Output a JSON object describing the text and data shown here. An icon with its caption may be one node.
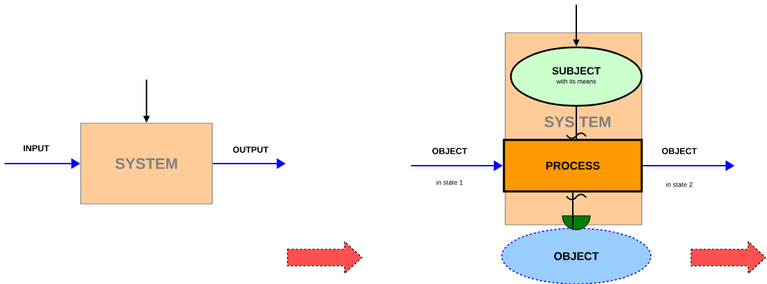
{
  "diagram": {
    "nodes": [
      {
        "text": [
          "SYSTEM"
        ]
      },
      {
        "text": [
          "SYS TEM"
        ]
      },
      {
        "text": [
          "SUBJECT",
          "with its means"
        ],
        "in": 1
      },
      {
        "text": [
          "PROCESS"
        ],
        "in": 1
      },
      {
        "text": [
          "OBJECT"
        ]
      }
    ],
    "edges": [
      {
        "from": null,
        "to": 0,
        "arrow": "to"
      },
      {
        "from": null,
        "to": 0,
        "arrow": "to",
        "label": "INPUT",
        "color": "#0000ff"
      },
      {
        "from": 0,
        "to": null,
        "arrow": "to",
        "label": "OUTPUT",
        "color": "#0000ff"
      },
      {
        "from": null,
        "to": 2,
        "arrow": "to"
      },
      {
        "from": 2,
        "to": 3,
        "arrow": "none"
      },
      {
        "from": 3,
        "to": 4,
        "arrow": "other"
      },
      {
        "from": null,
        "to": 3,
        "arrow": "to",
        "label": "OBJECT",
        "color": "#0000ff"
      },
      {
        "from": 3,
        "to": null,
        "arrow": "to",
        "label": "OBJECT",
        "color": "#0000ff"
      }
    ],
    "labels": [
      "in state 1",
      "in state 2"
    ]
  }
}
